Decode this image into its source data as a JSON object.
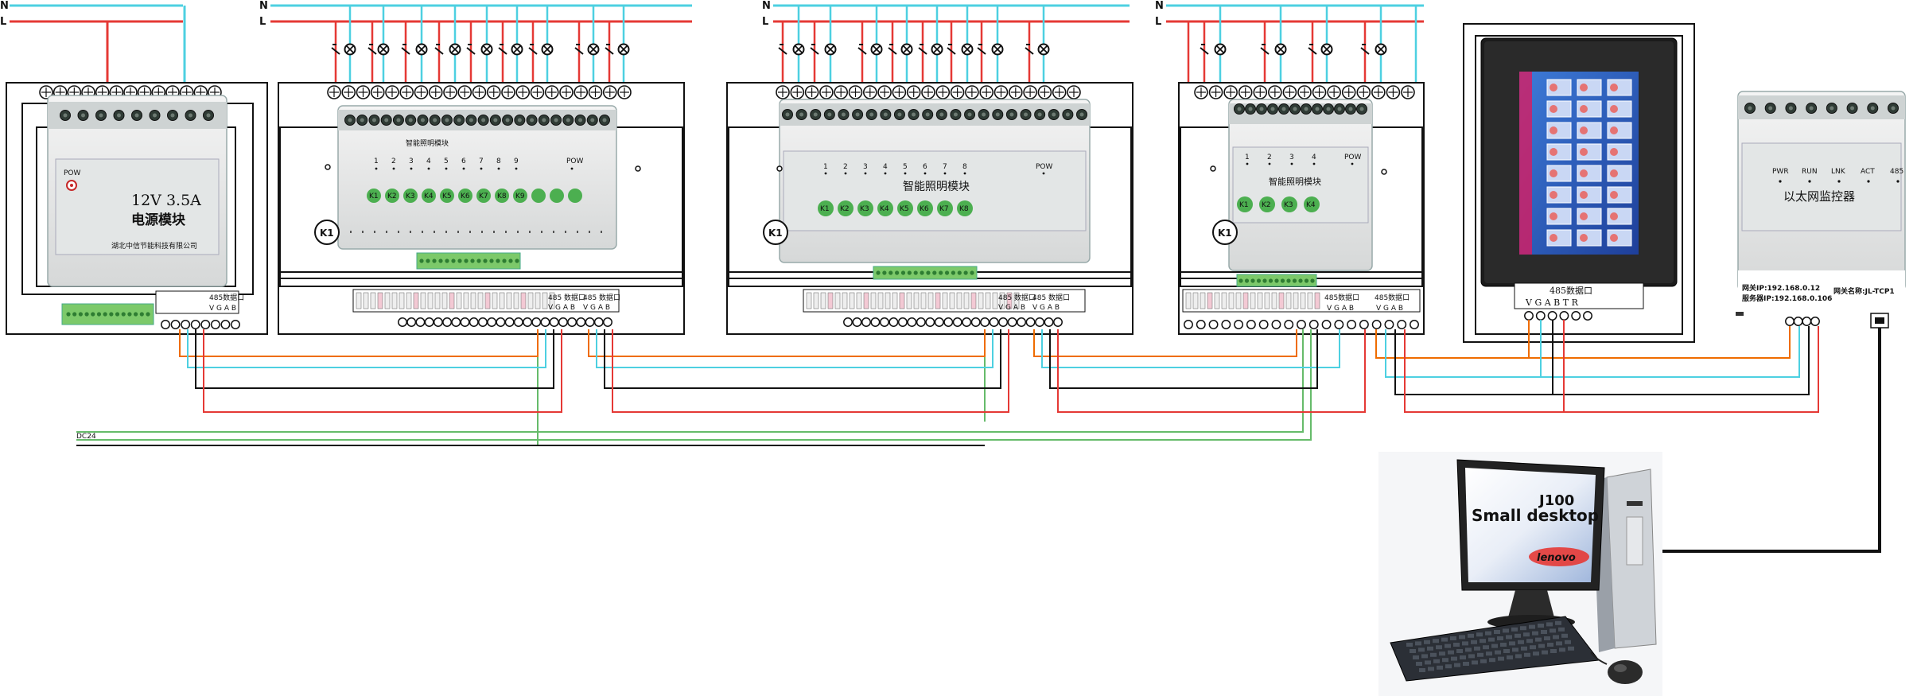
{
  "bus": {
    "n_label": "N",
    "l_label": "L",
    "dc_label": "DC24"
  },
  "power_module": {
    "pow_label": "POW",
    "spec": "12V 3.5A",
    "name": "电源模块",
    "maker": "湖北中信节能科技有限公司",
    "port_label": "485数据口",
    "port_pins": "V G A B"
  },
  "lighting_module_a": {
    "title": "智能照明模块",
    "channels": [
      "1",
      "2",
      "3",
      "4",
      "5",
      "6",
      "7",
      "8",
      "9"
    ],
    "keys": [
      "K1",
      "K2",
      "K3",
      "K4",
      "K5",
      "K6",
      "K7",
      "K8",
      "K9"
    ],
    "pow_label": "POW",
    "k1_label": "K1",
    "port_label_1": "485 数据口",
    "port_label_2": "485 数据口",
    "port_pins_1": "V G A B",
    "port_pins_2": "V G A B"
  },
  "lighting_module_b": {
    "title": "智能照明模块",
    "channels": [
      "1",
      "2",
      "3",
      "4",
      "5",
      "6",
      "7",
      "8"
    ],
    "keys": [
      "K1",
      "K2",
      "K3",
      "K4",
      "K5",
      "K6",
      "K7",
      "K8"
    ],
    "pow_label": "POW",
    "k1_label": "K1",
    "port_label_1": "485 数据口",
    "port_label_2": "485 数据口",
    "port_pins_1": "V G A B",
    "port_pins_2": "V G A B"
  },
  "lighting_module_c": {
    "title": "智能照明模块",
    "channels": [
      "1",
      "2",
      "3",
      "4"
    ],
    "keys": [
      "K1",
      "K2",
      "K3",
      "K4"
    ],
    "pow_label": "POW",
    "k1_label": "K1",
    "port_label_1": "485数据口",
    "port_label_2": "485数据口",
    "port_pins_1": "V G A B",
    "port_pins_2": "V G A B"
  },
  "touch_panel": {
    "port_label": "485数据口",
    "port_pins": "V G A B T R"
  },
  "ethernet_monitor": {
    "indicators": [
      "PWR",
      "RUN",
      "LNK",
      "ACT",
      "485"
    ],
    "name": "以太网监控器",
    "gateway_ip": "网关IP:192.168.0.12",
    "server_ip": "服务器IP:192.168.0.106",
    "gateway_name": "网关名称:JL-TCP1"
  },
  "computer": {
    "brand": "lenovo",
    "screen_line1": "J100",
    "screen_line2": "Small desktop"
  },
  "colors": {
    "live_wire": "#e53935",
    "neutral_wire": "#4dd0e1",
    "v_wire": "#ef6c00",
    "g_wire": "#111111",
    "dc_wire": "#66bb6a",
    "led_green": "#4caf50"
  }
}
